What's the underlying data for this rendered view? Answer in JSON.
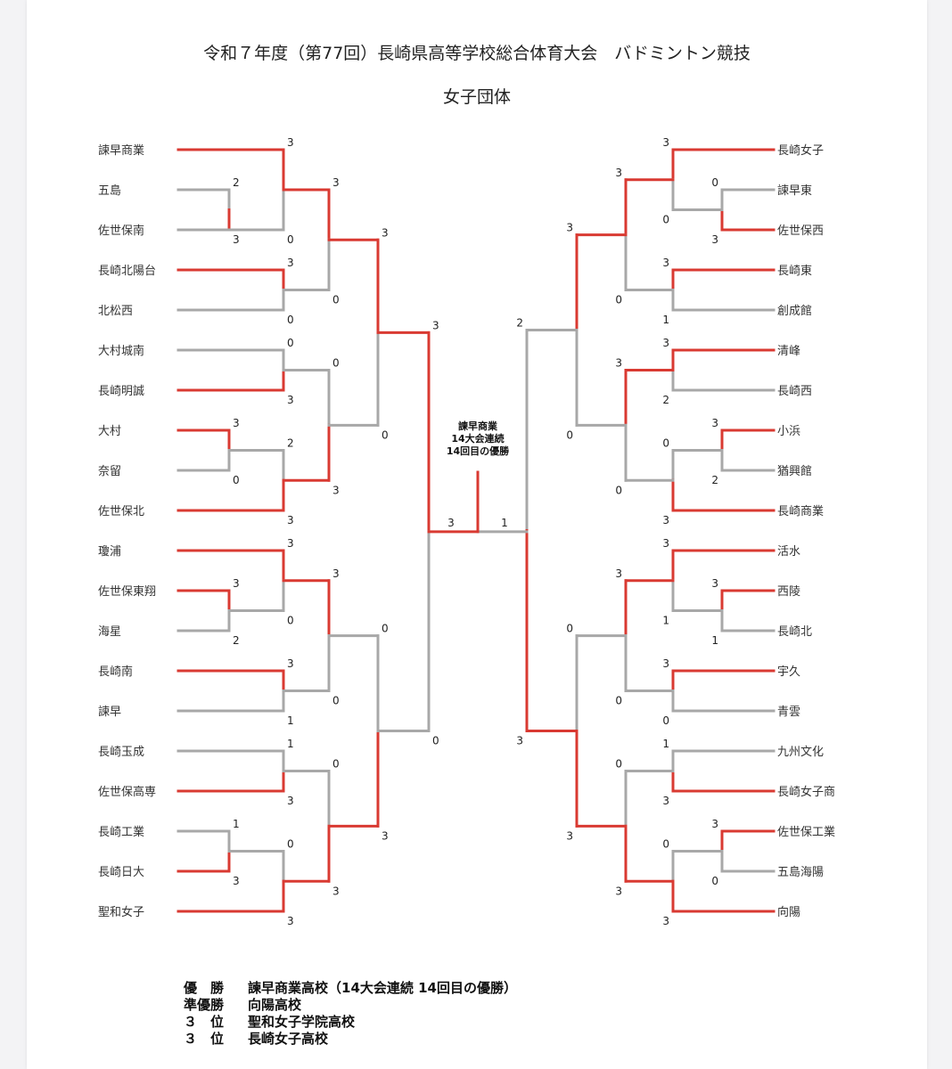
{
  "title": "令和７年度（第77回）長崎県高等学校総合体育大会　バドミントン競技",
  "subtitle": "女子団体",
  "champion_note": [
    "諫早商業",
    "14大会連続",
    "14回目の優勝"
  ],
  "colors": {
    "winner": "#d93a32",
    "loser": "#a8a8a8"
  },
  "left_teams": [
    "諫早商業",
    "五島",
    "佐世保南",
    "長崎北陽台",
    "北松西",
    "大村城南",
    "長崎明誠",
    "大村",
    "奈留",
    "佐世保北",
    "瓊浦",
    "佐世保東翔",
    "海星",
    "長崎南",
    "諫早",
    "長崎玉成",
    "佐世保高専",
    "長崎工業",
    "長崎日大",
    "聖和女子"
  ],
  "right_teams": [
    "長崎女子",
    "諫早東",
    "佐世保西",
    "長崎東",
    "創成館",
    "清峰",
    "長崎西",
    "小浜",
    "猶興館",
    "長崎商業",
    "活水",
    "西陵",
    "長崎北",
    "宇久",
    "青雲",
    "九州文化",
    "長崎女子商",
    "佐世保工業",
    "五島海陽",
    "向陽"
  ],
  "left_matches": [
    {
      "a": [
        1,
        1
      ],
      "b": [
        2,
        2
      ],
      "sa": "2",
      "sb": "3",
      "win": "b"
    },
    {
      "a": [
        0,
        0
      ],
      "b": [
        2,
        2
      ],
      "sa": "3",
      "sb": "0",
      "win": "a"
    },
    {
      "a": [
        3,
        3
      ],
      "b": [
        4,
        4
      ],
      "sa": "3",
      "sb": "0",
      "win": "a"
    },
    {
      "a": [
        5,
        5
      ],
      "b": [
        6,
        6
      ],
      "sa": "0",
      "sb": "3",
      "win": "b"
    },
    {
      "a": [
        7,
        7
      ],
      "b": [
        8,
        8
      ],
      "sa": "3",
      "sb": "0",
      "win": "a"
    },
    {
      "a": [
        7,
        8
      ],
      "b": [
        9,
        9
      ],
      "sa": "2",
      "sb": "3",
      "win": "b"
    },
    {
      "a": [
        11,
        11
      ],
      "b": [
        12,
        12
      ],
      "sa": "3",
      "sb": "2",
      "win": "a"
    },
    {
      "a": [
        10,
        10
      ],
      "b": [
        11,
        12
      ],
      "sa": "3",
      "sb": "0",
      "win": "a"
    },
    {
      "a": [
        13,
        13
      ],
      "b": [
        14,
        14
      ],
      "sa": "3",
      "sb": "1",
      "win": "a"
    },
    {
      "a": [
        15,
        15
      ],
      "b": [
        16,
        16
      ],
      "sa": "1",
      "sb": "3",
      "win": "b"
    },
    {
      "a": [
        17,
        17
      ],
      "b": [
        18,
        18
      ],
      "sa": "1",
      "sb": "3",
      "win": "b"
    },
    {
      "a": [
        17,
        18
      ],
      "b": [
        19,
        19
      ],
      "sa": "0",
      "sb": "3",
      "win": "b"
    },
    {
      "a": [
        0,
        2
      ],
      "b": [
        3,
        4
      ],
      "sa": "3",
      "sb": "0",
      "win": "a"
    },
    {
      "a": [
        5,
        6
      ],
      "b": [
        7,
        9
      ],
      "sa": "0",
      "sb": "3",
      "win": "b"
    },
    {
      "a": [
        10,
        12
      ],
      "b": [
        13,
        14
      ],
      "sa": "3",
      "sb": "0",
      "win": "a"
    },
    {
      "a": [
        15,
        16
      ],
      "b": [
        17,
        19
      ],
      "sa": "0",
      "sb": "3",
      "win": "b"
    },
    {
      "a": [
        0,
        4
      ],
      "b": [
        5,
        9
      ],
      "sa": "3",
      "sb": "0",
      "win": "a"
    },
    {
      "a": [
        10,
        14
      ],
      "b": [
        15,
        19
      ],
      "sa": "0",
      "sb": "3",
      "win": "b"
    },
    {
      "a": [
        0,
        9
      ],
      "b": [
        10,
        19
      ],
      "sa": "3",
      "sb": "0",
      "win": "a"
    }
  ],
  "right_matches": [
    {
      "a": [
        1,
        1
      ],
      "b": [
        2,
        2
      ],
      "sa": "0",
      "sb": "3",
      "win": "b"
    },
    {
      "a": [
        0,
        0
      ],
      "b": [
        1,
        2
      ],
      "sa": "3",
      "sb": "0",
      "win": "a"
    },
    {
      "a": [
        3,
        3
      ],
      "b": [
        4,
        4
      ],
      "sa": "3",
      "sb": "1",
      "win": "a"
    },
    {
      "a": [
        5,
        5
      ],
      "b": [
        6,
        6
      ],
      "sa": "3",
      "sb": "2",
      "win": "a"
    },
    {
      "a": [
        7,
        7
      ],
      "b": [
        8,
        8
      ],
      "sa": "3",
      "sb": "2",
      "win": "a"
    },
    {
      "a": [
        7,
        8
      ],
      "b": [
        9,
        9
      ],
      "sa": "0",
      "sb": "3",
      "win": "b"
    },
    {
      "a": [
        11,
        11
      ],
      "b": [
        12,
        12
      ],
      "sa": "3",
      "sb": "1",
      "win": "a"
    },
    {
      "a": [
        10,
        10
      ],
      "b": [
        11,
        12
      ],
      "sa": "3",
      "sb": "1",
      "win": "a"
    },
    {
      "a": [
        13,
        13
      ],
      "b": [
        14,
        14
      ],
      "sa": "3",
      "sb": "0",
      "win": "a"
    },
    {
      "a": [
        15,
        15
      ],
      "b": [
        16,
        16
      ],
      "sa": "1",
      "sb": "3",
      "win": "b"
    },
    {
      "a": [
        17,
        17
      ],
      "b": [
        18,
        18
      ],
      "sa": "3",
      "sb": "0",
      "win": "a"
    },
    {
      "a": [
        17,
        18
      ],
      "b": [
        19,
        19
      ],
      "sa": "0",
      "sb": "3",
      "win": "b"
    },
    {
      "a": [
        0,
        2
      ],
      "b": [
        3,
        4
      ],
      "sa": "3",
      "sb": "0",
      "win": "a"
    },
    {
      "a": [
        5,
        6
      ],
      "b": [
        7,
        9
      ],
      "sa": "3",
      "sb": "0",
      "win": "a"
    },
    {
      "a": [
        10,
        12
      ],
      "b": [
        13,
        14
      ],
      "sa": "3",
      "sb": "0",
      "win": "a"
    },
    {
      "a": [
        15,
        16
      ],
      "b": [
        17,
        19
      ],
      "sa": "0",
      "sb": "3",
      "win": "b"
    },
    {
      "a": [
        0,
        4
      ],
      "b": [
        5,
        9
      ],
      "sa": "3",
      "sb": "0",
      "win": "a"
    },
    {
      "a": [
        10,
        14
      ],
      "b": [
        15,
        19
      ],
      "sa": "0",
      "sb": "3",
      "win": "b"
    },
    {
      "a": [
        0,
        9
      ],
      "b": [
        10,
        19
      ],
      "sa": "2",
      "sb": "3",
      "win": "b"
    }
  ],
  "final": {
    "left_score": "3",
    "right_score": "1",
    "winner": "left"
  },
  "results": [
    {
      "label": "優　勝",
      "value": "諫早商業高校（14大会連続 14回目の優勝）"
    },
    {
      "label": "準優勝",
      "value": "向陽高校"
    },
    {
      "label": "３　位",
      "value": "聖和女子学院高校"
    },
    {
      "label": "３　位",
      "value": "長崎女子高校"
    }
  ]
}
